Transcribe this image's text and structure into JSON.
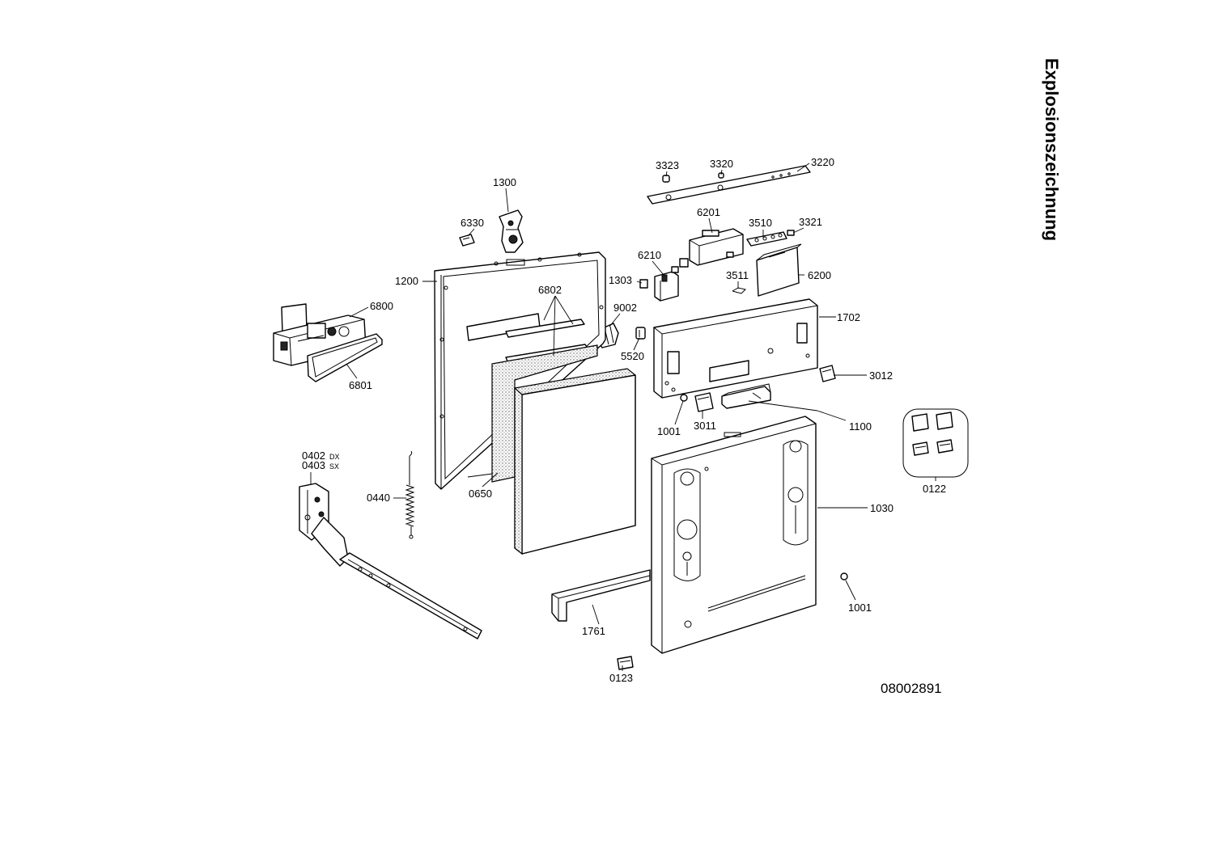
{
  "title": "Explosionszeichnung",
  "drawing_number": "08002891",
  "labels": {
    "p0122": "0122",
    "p0123": "0123",
    "p0402": "0402",
    "p0402_side": "DX",
    "p0403": "0403",
    "p0403_side": "SX",
    "p0440": "0440",
    "p0650": "0650",
    "p1001a": "1001",
    "p1001b": "1001",
    "p1030": "1030",
    "p1100": "1100",
    "p1200": "1200",
    "p1300": "1300",
    "p1303": "1303",
    "p1702": "1702",
    "p1761": "1761",
    "p3011": "3011",
    "p3012": "3012",
    "p3220": "3220",
    "p3320": "3320",
    "p3321": "3321",
    "p3323": "3323",
    "p3510": "3510",
    "p3511": "3511",
    "p5520": "5520",
    "p6200": "6200",
    "p6201": "6201",
    "p6210": "6210",
    "p6330": "6330",
    "p6800": "6800",
    "p6801": "6801",
    "p6802": "6802",
    "p9002": "9002"
  }
}
